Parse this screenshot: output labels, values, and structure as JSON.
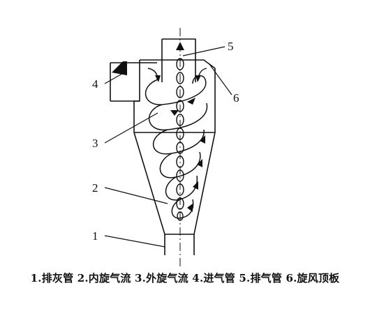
{
  "callouts": [
    {
      "number": "1"
    },
    {
      "number": "2"
    },
    {
      "number": "3"
    },
    {
      "number": "4"
    },
    {
      "number": "5"
    },
    {
      "number": "6"
    }
  ],
  "caption": "1.排灰管 2.内旋气流 3.外旋气流 4.进气管 5.排气管 6.旋风顶板"
}
